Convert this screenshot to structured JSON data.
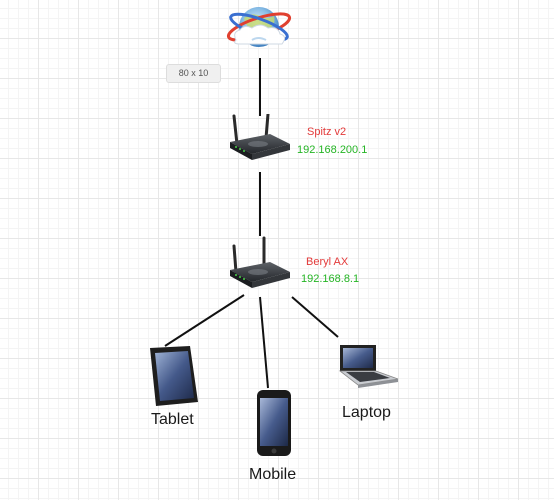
{
  "toolbar_hint": {
    "size_label": "80 x 10"
  },
  "routers": [
    {
      "name": "Spitz v2",
      "ip": "192.168.200.1"
    },
    {
      "name": "Beryl AX",
      "ip": "192.168.8.1"
    }
  ],
  "devices": [
    {
      "label": "Tablet",
      "icon": "tablet-icon"
    },
    {
      "label": "Mobile",
      "icon": "mobile-phone-icon"
    },
    {
      "label": "Laptop",
      "icon": "laptop-icon"
    }
  ],
  "icons": {
    "internet": "globe-cloud-icon",
    "router": "wireless-router-icon"
  },
  "colors": {
    "router_name": "#e33a3a",
    "router_ip": "#25b525",
    "link": "#111111",
    "grid": "#e7e7e7"
  }
}
